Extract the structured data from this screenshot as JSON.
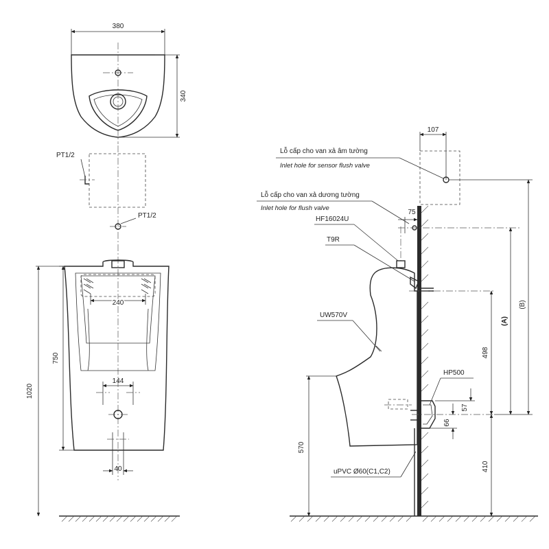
{
  "dims": {
    "w380": "380",
    "h340": "340",
    "w240": "240",
    "w144": "144",
    "w40": "40",
    "h750": "750",
    "h1020": "1020",
    "w107": "107",
    "w75": "75",
    "hA": "(A)",
    "hB": "(B)",
    "h498": "498",
    "h57": "57",
    "h66": "66",
    "h410": "410",
    "h570": "570"
  },
  "labels": {
    "pt_left": "PT1/2",
    "pt_right": "PT1/2",
    "sensor_vi": "Lỗ cấp cho van xả âm tường",
    "sensor_en": "Inlet hole for sensor flush valve",
    "flush_vi": "Lỗ cấp cho van xả dương tường",
    "flush_en": "Inlet hole for flush valve",
    "hf": "HF16024U",
    "t9r": "T9R",
    "uw": "UW570V",
    "hp": "HP500",
    "upvc": "uPVC Ø60(C1,C2)"
  }
}
